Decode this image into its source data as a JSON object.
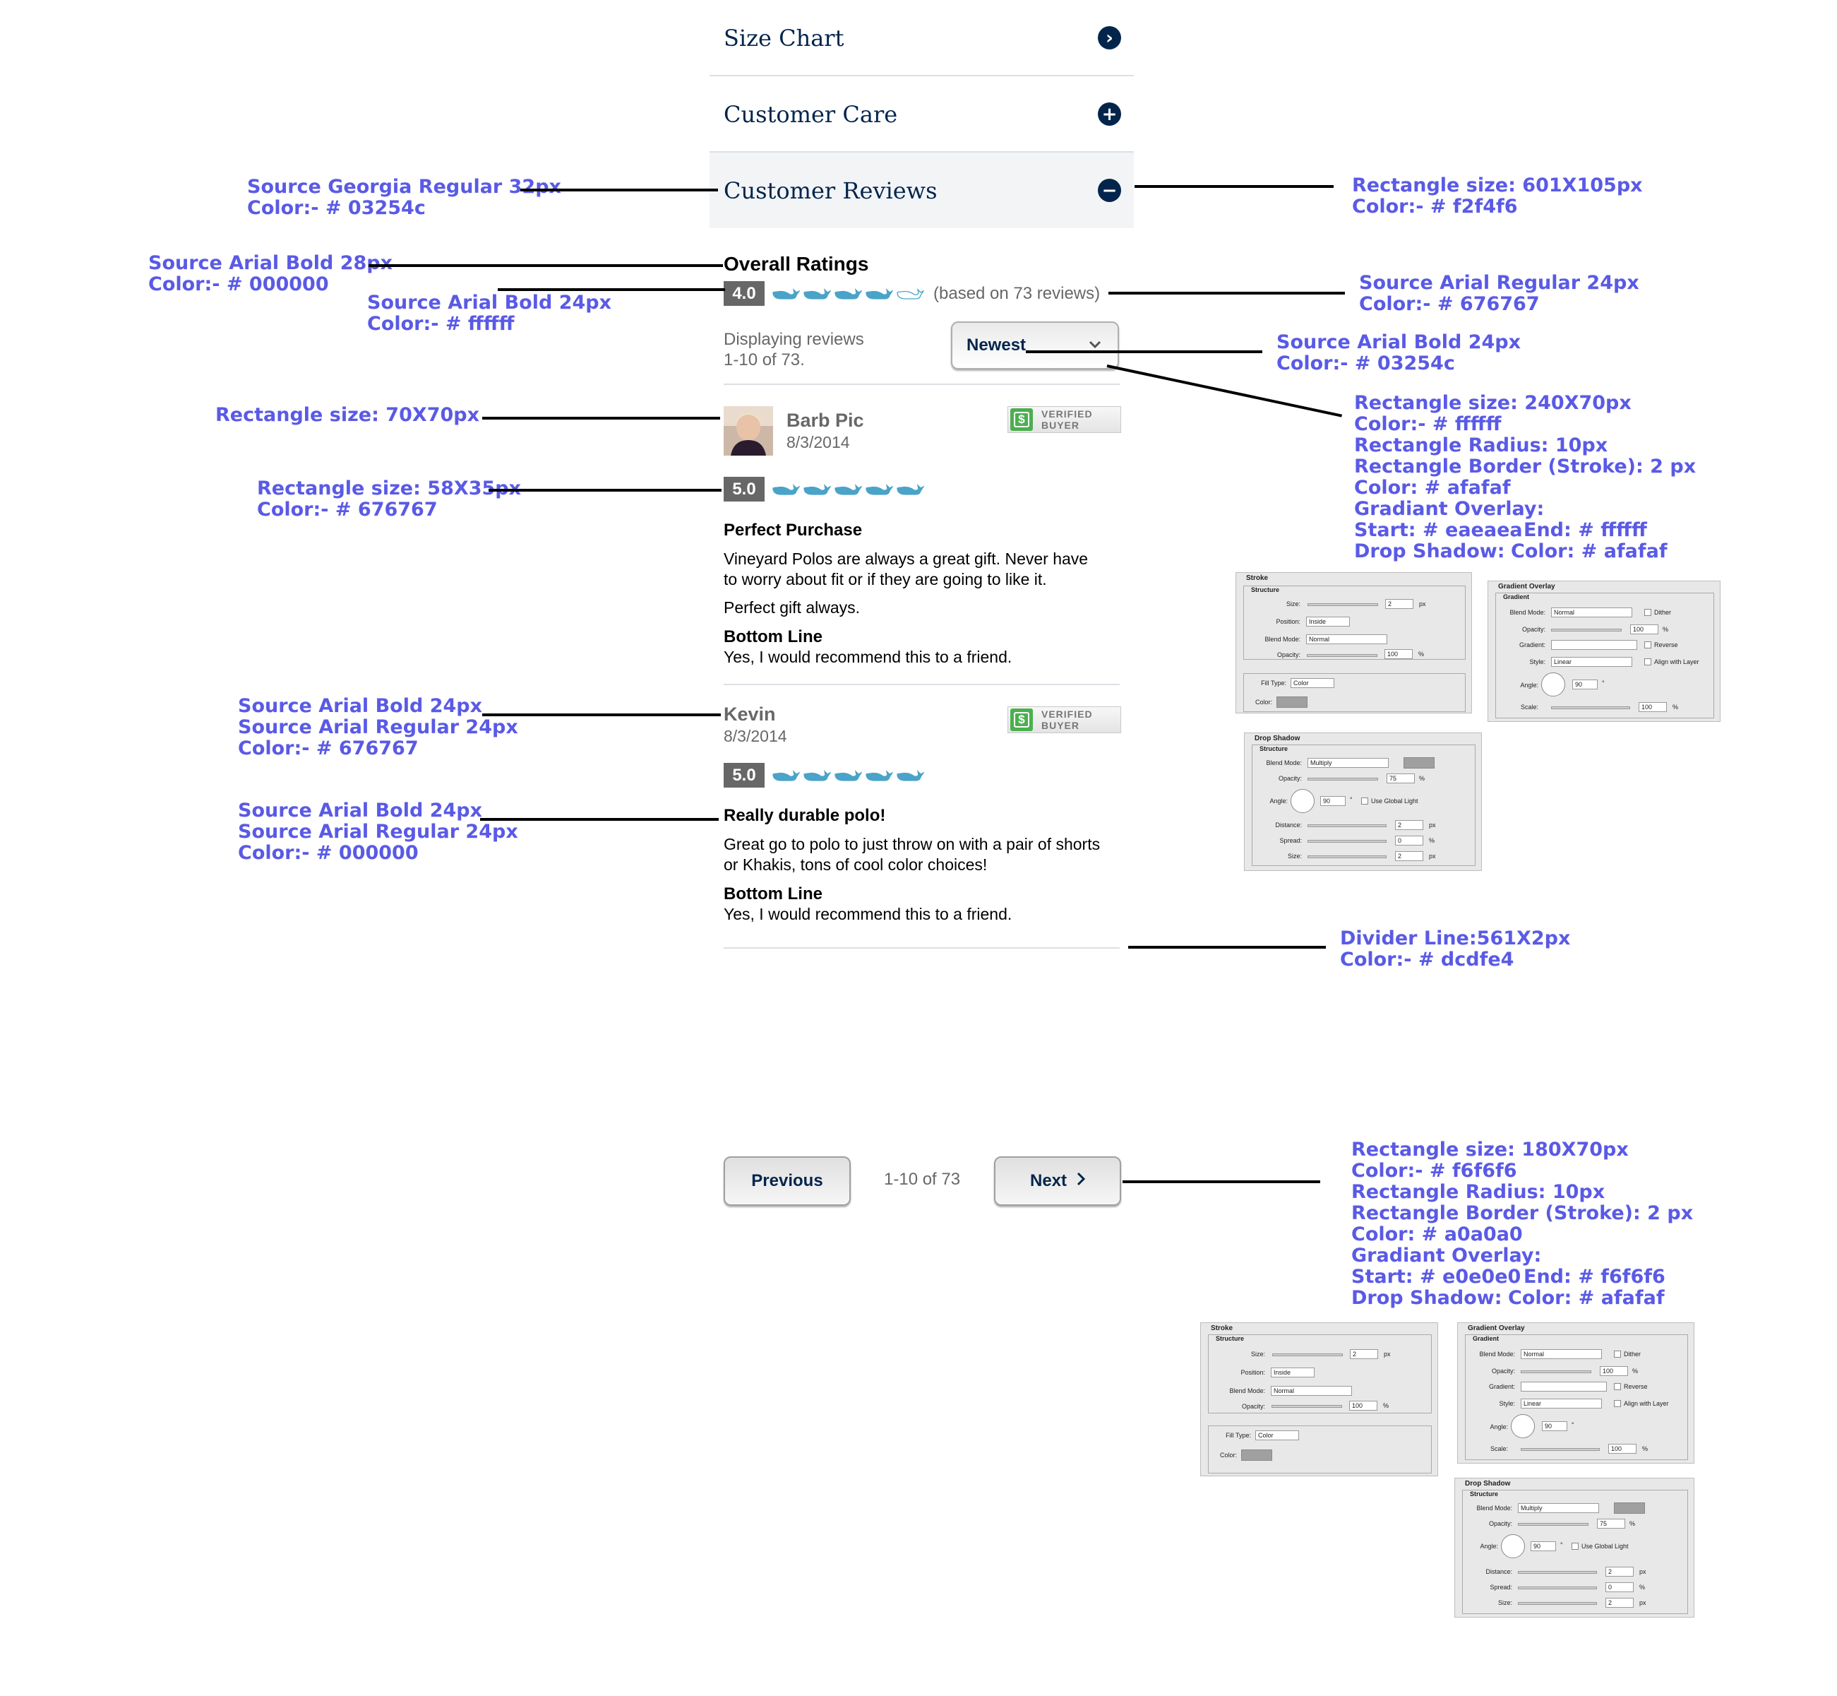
{
  "accordion": {
    "size_chart": "Size Chart",
    "customer_care": "Customer Care",
    "customer_reviews": "Customer Reviews"
  },
  "overall": {
    "heading": "Overall Ratings",
    "score": "4.0",
    "rating": 4,
    "max_rating": 5,
    "based_on": "(based on 73 reviews)"
  },
  "listing": {
    "displaying_line1": "Displaying reviews",
    "displaying_line2": "1-10 of 73.",
    "sort_selected": "Newest"
  },
  "reviews": [
    {
      "author": "Barb Pic",
      "date": "8/3/2014",
      "badge_line1": "VERIFIED",
      "badge_line2": "BUYER",
      "score": "5.0",
      "rating": 5,
      "title": "Perfect Purchase",
      "body_line1": "Vineyard Polos are always a great gift. Never have",
      "body_line2": "to worry about fit or if they are going to like it.",
      "body_line3": "Perfect gift always.",
      "bottom_line_label": "Bottom Line",
      "bottom_line_text": "Yes, I would recommend this to a friend."
    },
    {
      "author": "Kevin",
      "date": "8/3/2014",
      "badge_line1": "VERIFIED",
      "badge_line2": "BUYER",
      "score": "5.0",
      "rating": 5,
      "title": "Really durable polo!",
      "body_line1": "Great go to polo to just throw on with a pair of shorts",
      "body_line2": "or Khakis, tons of cool color choices!",
      "bottom_line_label": "Bottom Line",
      "bottom_line_text": "Yes, I would recommend this to a friend."
    }
  ],
  "pagination": {
    "previous": "Previous",
    "range": "1-10 of 73",
    "next": "Next"
  },
  "annotations": {
    "a1_l1": "Source Georgia Regular 32px",
    "a1_l2": "Color:-  # 03254c",
    "a2_l1": "Rectangle size: 601X105px",
    "a2_l2": "Color:-  # f2f4f6",
    "a3_l1": "Source Arial Bold 28px",
    "a3_l2": "Color:-  # 000000",
    "a4_l1": "Source Arial Bold 24px",
    "a4_l2": "Color:-  # ffffff",
    "a5_l1": "Source Arial Regular 24px",
    "a5_l2": "Color:-  # 676767",
    "a6_l1": "Source Arial Bold 24px",
    "a6_l2": "Color:-  # 03254c",
    "a7_l1": "Rectangle size: 240X70px",
    "a7_l2": "Color:-  # ffffff",
    "a7_l3": "Rectangle Radius:  10px",
    "a7_l4": "Rectangle Border (Stroke): 2 px",
    "a7_l5": "Color: # afafaf",
    "a7_l6": "Gradiant Overlay:",
    "a7_l7a": "Start: # eaeaea",
    "a7_l7b": "End: # ffffff",
    "a7_l8a": "Drop Shadow:",
    "a7_l8b": "Color: # afafaf",
    "a8": "Rectangle size: 70X70px",
    "a9_l1": "Rectangle size: 58X35px",
    "a9_l2": "Color:-  # 676767",
    "a10_l1": "Source Arial Bold 24px",
    "a10_l2": "Source Arial Regular 24px",
    "a10_l3": "Color:-  # 676767",
    "a11_l1": "Source Arial Bold 24px",
    "a11_l2": "Source Arial Regular 24px",
    "a11_l3": "Color:-  # 000000",
    "a12_l1": "Divider Line:561X2px",
    "a12_l2": "Color:-  # dcdfe4",
    "a13_l1": "Rectangle size: 180X70px",
    "a13_l2": "Color:-  # f6f6f6",
    "a13_l3": "Rectangle Radius:  10px",
    "a13_l4": "Rectangle Border (Stroke): 2 px",
    "a13_l5": "Color: # a0a0a0",
    "a13_l6": "Gradiant Overlay:",
    "a13_l7a": "Start: # e0e0e0",
    "a13_l7b": "End: # f6f6f6",
    "a13_l8a": "Drop Shadow:",
    "a13_l8b": "Color: # afafaf"
  },
  "ps_panels": {
    "stroke_title": "Stroke",
    "structure": "Structure",
    "size": "Size:",
    "position": "Position:",
    "position_val": "Inside",
    "blend_mode": "Blend Mode:",
    "normal": "Normal",
    "multiply": "Multiply",
    "opacity": "Opacity:",
    "hundred": "100",
    "two": "2",
    "zero": "0",
    "ninety": "90",
    "seventyfive": "75",
    "px": "px",
    "pct": "%",
    "deg": "°",
    "fill_type": "Fill Type:",
    "fill_val": "Color",
    "color": "Color:",
    "gradient_overlay": "Gradient Overlay",
    "gradient": "Gradient",
    "dither": "Dither",
    "gradient_lbl": "Gradient:",
    "reverse": "Reverse",
    "style": "Style:",
    "linear": "Linear",
    "align": "Align with Layer",
    "angle": "Angle:",
    "scale": "Scale:",
    "drop_shadow": "Drop Shadow",
    "global_light": "Use Global Light",
    "distance": "Distance:",
    "spread": "Spread:",
    "size2": "Size:"
  },
  "colors": {
    "navy": "#03254c",
    "panel": "#f2f4f6",
    "score_bg": "#676767",
    "divider": "#dcdfe4",
    "whale": "#4aa3c8",
    "annotation": "#5a5ae6"
  }
}
